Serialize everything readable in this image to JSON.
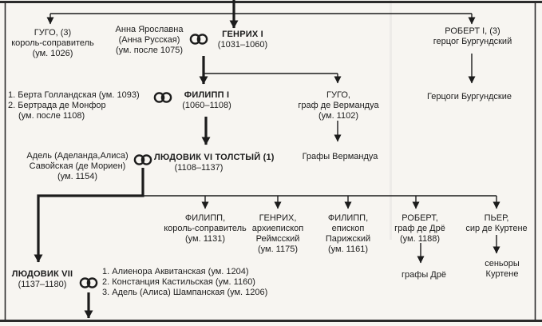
{
  "colors": {
    "ink": "#1c1c1c",
    "paper": "#f7f5f1"
  },
  "icons": {
    "marriage": "marriage-rings-icon"
  },
  "nodes": {
    "hugo": {
      "lines": [
        "ГУГО, (3)",
        "король-соправитель",
        "(ум. 1026)"
      ]
    },
    "anna": {
      "lines": [
        "Анна Ярославна",
        "(Анна Русская)",
        "(ум. после 1075)"
      ]
    },
    "henry1": {
      "name": "ГЕНРИХ I",
      "dates": "(1031–1060)"
    },
    "robert1": {
      "lines": [
        "РОБЕРТ I, (3)",
        "герцог Бургундский"
      ]
    },
    "philip1_wives": {
      "lines": [
        "1. Берта Голландская (ум. 1093)",
        "2. Бертрада де Монфор",
        "(ум. после 1108)"
      ]
    },
    "philip1": {
      "name": "ФИЛИПП I",
      "dates": "(1060–1108)"
    },
    "hugo_vermandois": {
      "lines": [
        "ГУГО,",
        "граф де Вермандуа",
        "(ум. 1102)"
      ]
    },
    "burgundy_dukes": {
      "label": "Герцоги Бургундские"
    },
    "adele": {
      "lines": [
        "Адель (Аделанда,Алиса)",
        "Савойская (де Мориен)",
        "(ум. 1154)"
      ]
    },
    "louis6": {
      "name": "ЛЮДОВИК VI ТОЛСТЫЙ (1)",
      "dates": "(1108–1137)"
    },
    "vermandois_counts": {
      "label": "Графы Вермандуа"
    },
    "philip_coregent": {
      "lines": [
        "ФИЛИПП,",
        "король-соправитель",
        "(ум. 1131)"
      ]
    },
    "henry_reims": {
      "lines": [
        "ГЕНРИХ,",
        "архиепископ",
        "Реймсский",
        "(ум. 1175)"
      ]
    },
    "philip_paris": {
      "lines": [
        "ФИЛИПП,",
        "епископ",
        "Парижский",
        "(ум. 1161)"
      ]
    },
    "robert_dreux": {
      "lines": [
        "РОБЕРТ,",
        "граф де Дрё",
        "(ум. 1188)"
      ]
    },
    "pierre_courtenay": {
      "lines": [
        "ПЬЕР,",
        "сир де Куртене"
      ]
    },
    "dreux_counts": {
      "label": "графы Дрё"
    },
    "courtenay_lords": {
      "lines": [
        "сеньоры",
        "Куртене"
      ]
    },
    "louis7": {
      "name": "ЛЮДОВИК VII",
      "dates": "(1137–1180)"
    },
    "louis7_wives": {
      "lines": [
        "1. Алиенора Аквитанская (ум. 1204)",
        "2. Констанция Кастильская (ум. 1160)",
        "3. Адель (Алиса) Шампанская (ум. 1206)"
      ]
    }
  }
}
